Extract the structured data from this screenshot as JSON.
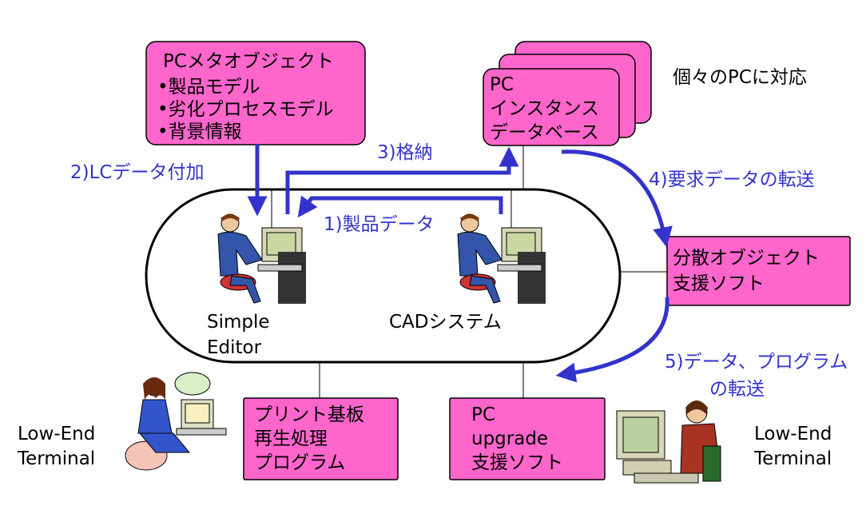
{
  "meta_box": {
    "title": "PCメタオブジェクト",
    "items": [
      "•製品モデル",
      "•劣化プロセスモデル",
      "•背景情報"
    ]
  },
  "instance_db": {
    "lines": [
      "PC",
      "インスタンス",
      "データベース"
    ],
    "note": "個々のPCに対応"
  },
  "dist_box": {
    "lines": [
      "分散オブジェクト",
      "支援ソフト"
    ]
  },
  "print_box": {
    "lines": [
      "プリント基板",
      "再生処理",
      "プログラム"
    ]
  },
  "upgrade_box": {
    "lines": [
      "PC",
      "upgrade",
      "支援ソフト"
    ]
  },
  "nodes": {
    "simple_editor": [
      "Simple",
      "Editor"
    ],
    "cad": "CADシステム",
    "terminal_left": [
      "Low-End",
      "Terminal"
    ],
    "terminal_right": [
      "Low-End",
      "Terminal"
    ]
  },
  "arrows": {
    "a1": "1)製品データ",
    "a2": "2)LCデータ付加",
    "a3": "3)格納",
    "a4": "4)要求データの転送",
    "a5": [
      "5)データ、プログラム",
      "の転送"
    ]
  },
  "colors": {
    "box_fill": "#ff66cc",
    "arrow": "#3333cc"
  }
}
